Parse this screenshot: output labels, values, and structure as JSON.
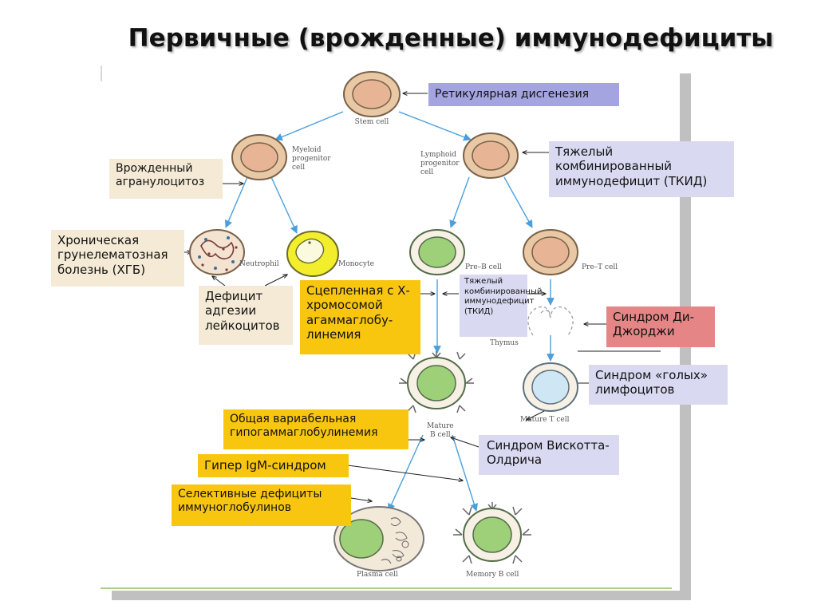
{
  "title": "Первичные (врожденные) иммунодефициты",
  "colors": {
    "lavender_box": "#d9d9f2",
    "purple_box": "#a4a4e0",
    "yellow_box": "#f9c60f",
    "tan_box": "#f4ead5",
    "red_box": "#e58586",
    "arrow_blue": "#4aa0dc",
    "cell_tan": "#e9c8a5",
    "cell_green": "#9ed07a"
  },
  "cells": {
    "stem": "Stem cell",
    "myeloid": [
      "Myeloid",
      "progenitor",
      "cell"
    ],
    "lymphoid": [
      "Lymphoid",
      "progenitor",
      "cell"
    ],
    "neutrophil": "Neutrophil",
    "monocyte": "Monocyte",
    "pre_b": "Pre–B cell",
    "pre_t": "Pre–T cell",
    "thymus": "Thymus",
    "mature_b": [
      "Mature",
      "B cell"
    ],
    "mature_t": "Mature T cell",
    "plasma": "Plasma cell",
    "memory_b": "Memory B cell"
  },
  "boxes": {
    "reticular": "Ретикулярная дисгенезия",
    "scid_main": "Тяжелый комбинированный иммунодефицит (ТКИД)",
    "agranulocytosis": "Врожденный агранулоцитоз",
    "cgd": "Хроническая грунелематозная болезнь (ХГБ)",
    "lad": "Дефицит адгезии лейкоцитов",
    "xla": "Сцепленная с Х-хромосомой агаммаглобу-линемия",
    "scid_small": "Тяжелый комбинированный иммунодефицит (ТКИД)",
    "digeorge": "Синдром Ди-Джорджи",
    "bare": "Синдром «голых» лимфоцитов",
    "cvid": "Общая вариабельная гипогаммаглобулинемия",
    "wiskott": "Синдром Вискотта-Олдрича",
    "hyper_igm": "Гипер IgM-синдром",
    "selective": "Селективные дефициты иммуноглобулинов"
  }
}
